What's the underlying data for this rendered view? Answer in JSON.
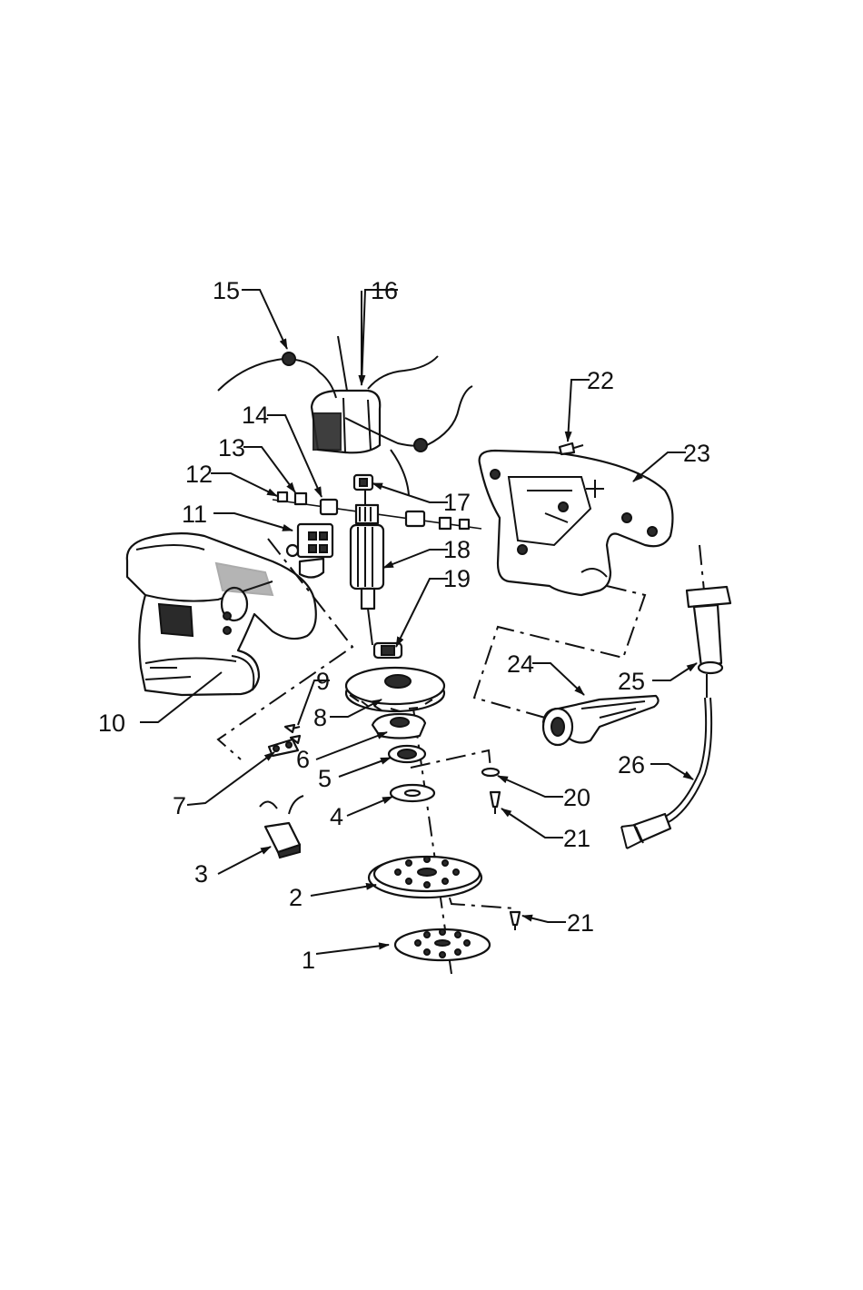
{
  "callouts": [
    "1",
    "2",
    "3",
    "4",
    "5",
    "6",
    "7",
    "8",
    "9",
    "10",
    "11",
    "12",
    "13",
    "14",
    "15",
    "16",
    "17",
    "18",
    "19",
    "20",
    "21",
    "21",
    "22",
    "23",
    "24",
    "25",
    "26"
  ]
}
